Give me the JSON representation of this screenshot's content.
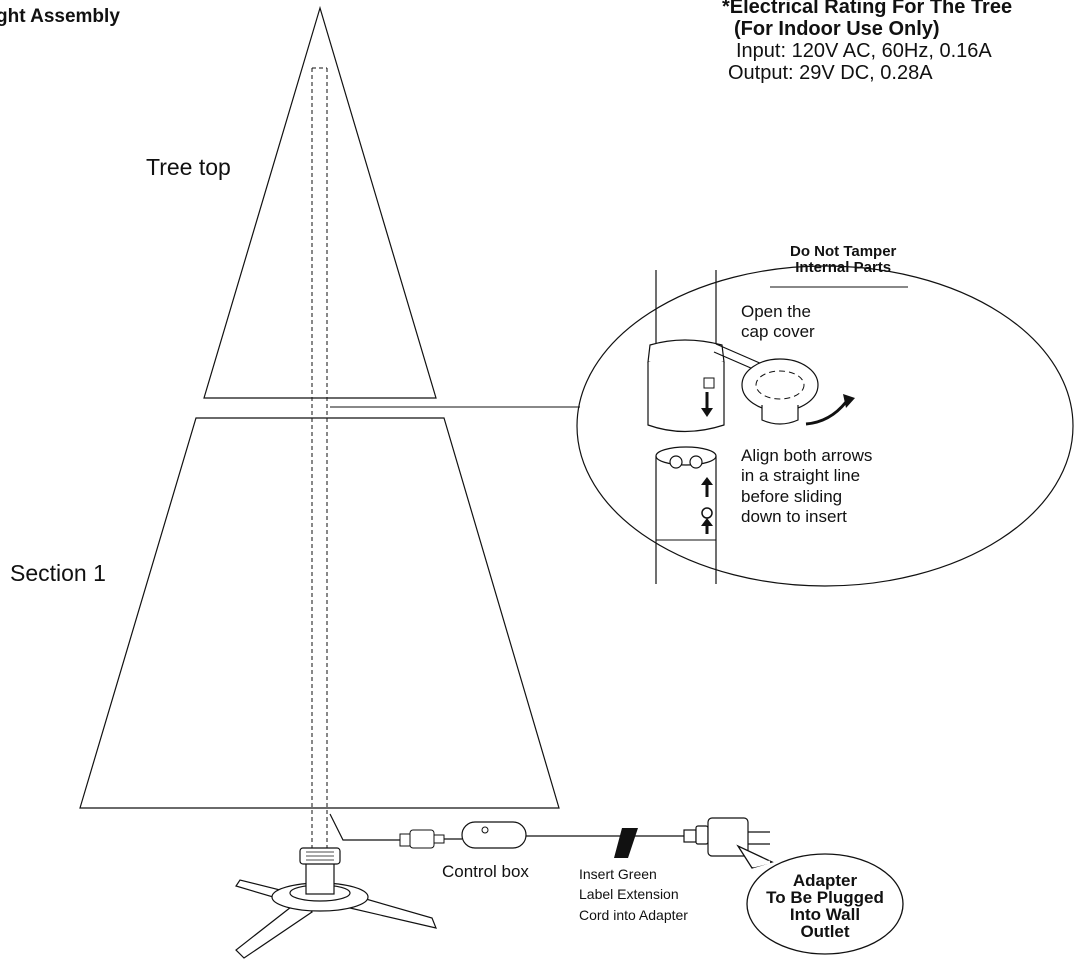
{
  "header": {
    "title": "ght Assembly"
  },
  "rating": {
    "title": "*Electrical Rating For The Tree",
    "subtitle": "(For Indoor Use Only)",
    "input": "Input: 120V AC, 60Hz, 0.16A",
    "output": "Output: 29V DC, 0.28A"
  },
  "labels": {
    "tree_top": "Tree top",
    "section_1": "Section 1",
    "control_box": "Control box",
    "insert_line1": "Insert Green",
    "insert_line2": "Label Extension",
    "insert_line3": "Cord into Adapter"
  },
  "warning": {
    "line1": "Do Not Tamper",
    "line2": "Internal Parts"
  },
  "detail": {
    "open_line1": "Open the",
    "open_line2": "cap cover",
    "align_line1": "Align both arrows",
    "align_line2": "in a straight line",
    "align_line3": "before sliding",
    "align_line4": "down to insert"
  },
  "adapter_callout": {
    "line1": "Adapter",
    "line2": "To Be Plugged",
    "line3": "Into Wall",
    "line4": "Outlet"
  },
  "colors": {
    "ink": "#111111",
    "background": "#ffffff"
  },
  "icons": [
    "arrow-down-icon",
    "arrow-up-icon",
    "curved-arrow-icon",
    "plug-icon"
  ]
}
